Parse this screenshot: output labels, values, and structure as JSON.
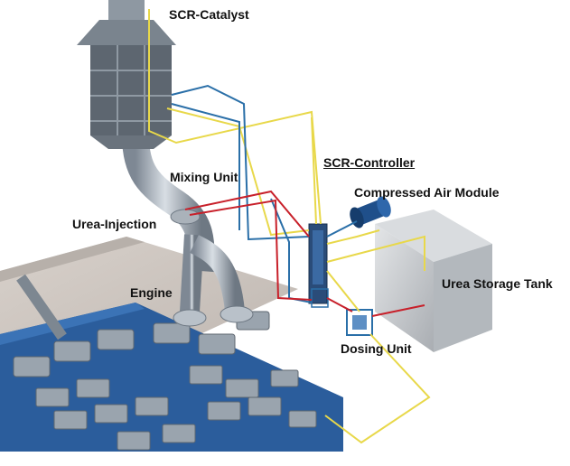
{
  "labels": {
    "scr_catalyst": "SCR-Catalyst",
    "mixing_unit": "Mixing Unit",
    "scr_controller": "SCR-Controller",
    "compressed_air_module": "Compressed Air Module",
    "urea_injection": "Urea-Injection",
    "engine": "Engine",
    "urea_storage_tank": "Urea Storage Tank",
    "dosing_unit": "Dosing Unit"
  },
  "colors": {
    "line_yellow": "#e8d84a",
    "line_blue": "#2a6fa8",
    "line_red": "#c8202a",
    "engine_blue": "#2b5d9c",
    "metal_grey": "#9aa4ae",
    "floor": "#c9c2bd"
  }
}
